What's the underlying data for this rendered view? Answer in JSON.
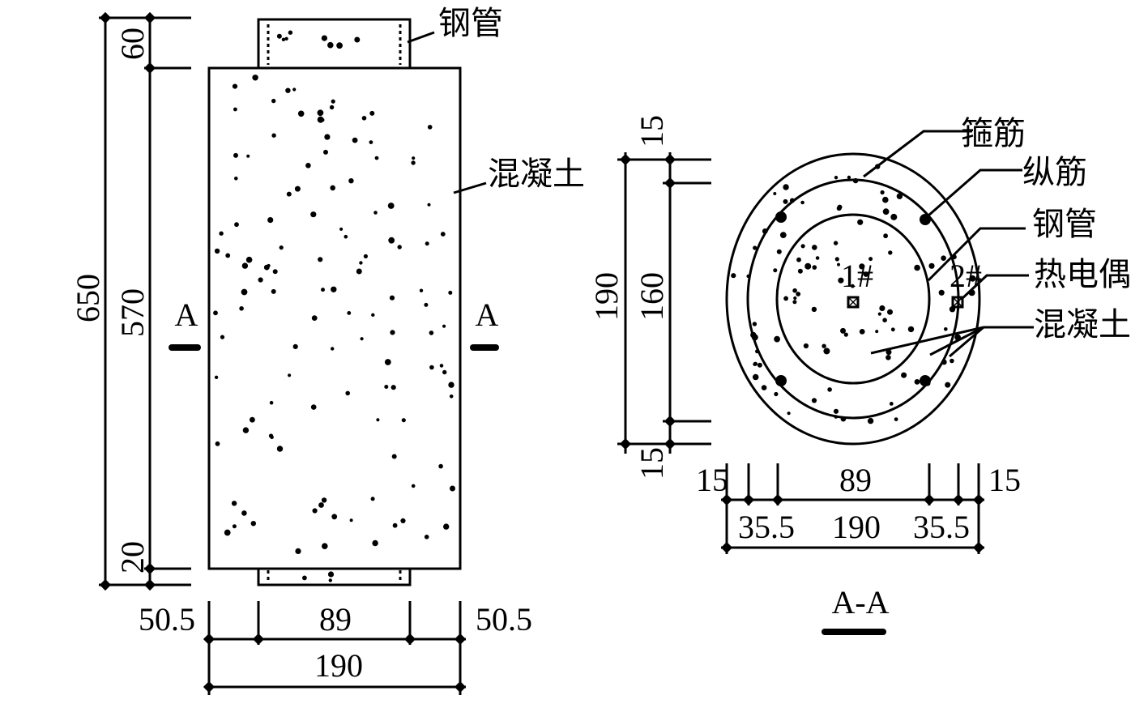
{
  "elevation": {
    "dims_vertical": {
      "total": "650",
      "top": "60",
      "middle": "570",
      "bottom": "20"
    },
    "dims_horizontal": {
      "left": "50.5",
      "center": "89",
      "right": "50.5",
      "total": "190"
    },
    "section_marks": {
      "left": "A",
      "right": "A"
    },
    "labels": {
      "steel_tube": "钢管",
      "concrete": "混凝土"
    }
  },
  "section": {
    "title": "A-A",
    "dims_vertical": {
      "top_cover": "15",
      "outer": "190",
      "inner": "160",
      "bottom_cover": "15"
    },
    "dims_horizontal_top": {
      "left": "15",
      "center": "89",
      "right": "15"
    },
    "dims_horizontal_bottom": {
      "left": "35.5",
      "center": "190",
      "right": "35.5"
    },
    "thermocouples": {
      "t1": "1#",
      "t2": "2#"
    },
    "labels": {
      "stirrup": "箍筋",
      "longitudinal_bar": "纵筋",
      "steel_tube": "钢管",
      "thermocouple": "热电偶",
      "concrete": "混凝土"
    }
  }
}
